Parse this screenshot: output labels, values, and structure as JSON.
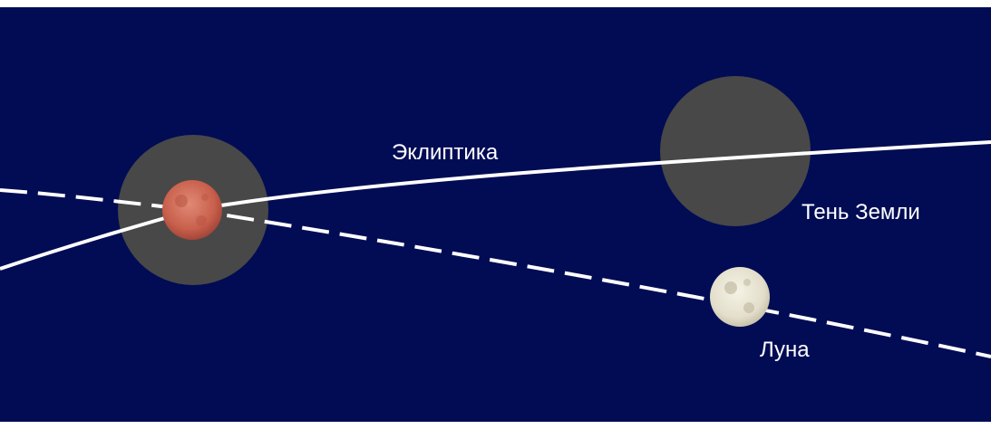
{
  "labels": {
    "ecliptic": "Эклиптика",
    "earth_shadow": "Тень Земли",
    "moon": "Луна"
  },
  "colors": {
    "sky": "#020c54",
    "frame": "#ffffff",
    "shadow": "#484848",
    "lines": "#ffffff",
    "eclipsed_moon": "#c8604c",
    "full_moon": "#e6e2d0"
  }
}
